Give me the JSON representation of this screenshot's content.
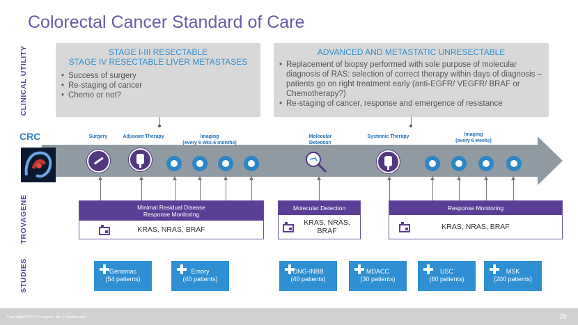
{
  "title": "Colorectal Cancer Standard of Care",
  "side_labels": {
    "clinical_utility": "CLINICAL UTILITY",
    "trovagene": "TROVAGENE",
    "studies": "STUDIES"
  },
  "crc_label": "CRC",
  "utility_left": {
    "heading1": "STAGE I-III RESECTABLE",
    "heading2": "STAGE IV RESECTABLE LIVER METASTASES",
    "bullets": [
      "Success of surgery",
      "Re-staging of cancer",
      "Chemo or not?"
    ]
  },
  "utility_right": {
    "heading": "ADVANCED AND METASTATIC UNRESECTABLE",
    "bullets": [
      "Replacement of biopsy performed with sole purpose of molecular diagnosis of RAS: selection of correct therapy within days of diagnosis – patients go on right treatment early (anti-EGFR/ VEGFR/ BRAF or Chemotherapy?)",
      "Re-staging of cancer, response and emergence of resistance"
    ]
  },
  "stages": {
    "surgery": "Surgery",
    "adjuvant": "Adjuvant Therapy",
    "imaging1_a": "Imaging",
    "imaging1_b": "(every 6 wks-6 months)",
    "molecular_a": "Molecular",
    "molecular_b": "Detection",
    "systemic": "Systemic Therapy",
    "imaging2_a": "Imaging",
    "imaging2_b": "(every 6 weeks)"
  },
  "trovagene_boxes": {
    "box1_header_a": "Minimal Residual Disease",
    "box1_header_b": "Response Monitoring",
    "box1_body": "KRAS, NRAS,  BRAF",
    "box2_header": "Molecular Detection",
    "box2_body_a": "KRAS, NRAS,",
    "box2_body_b": "BRAF",
    "box3_header": "Response Monitoring",
    "box3_body": "KRAS, NRAS, BRAF"
  },
  "studies": [
    {
      "name": "Genomac",
      "patients": "(54 patients)"
    },
    {
      "name": "Emory",
      "patients": "(40 patients)"
    },
    {
      "name": "ONG-INBB",
      "patients": "(40 patients)"
    },
    {
      "name": "MDACC",
      "patients": "(30 patients)"
    },
    {
      "name": "USC",
      "patients": "(60 patients)"
    },
    {
      "name": "MSK",
      "patients": "(200 patients)"
    }
  ],
  "footer": {
    "copyright": "Copyright©2014 Trovagene, Inc. | Confidential",
    "page": "28"
  },
  "colors": {
    "title": "#6b5aa5",
    "purple": "#5b3f96",
    "blue": "#2e90d2",
    "arrow": "#8f9aa3",
    "box_gray": "#d8d8d8"
  }
}
